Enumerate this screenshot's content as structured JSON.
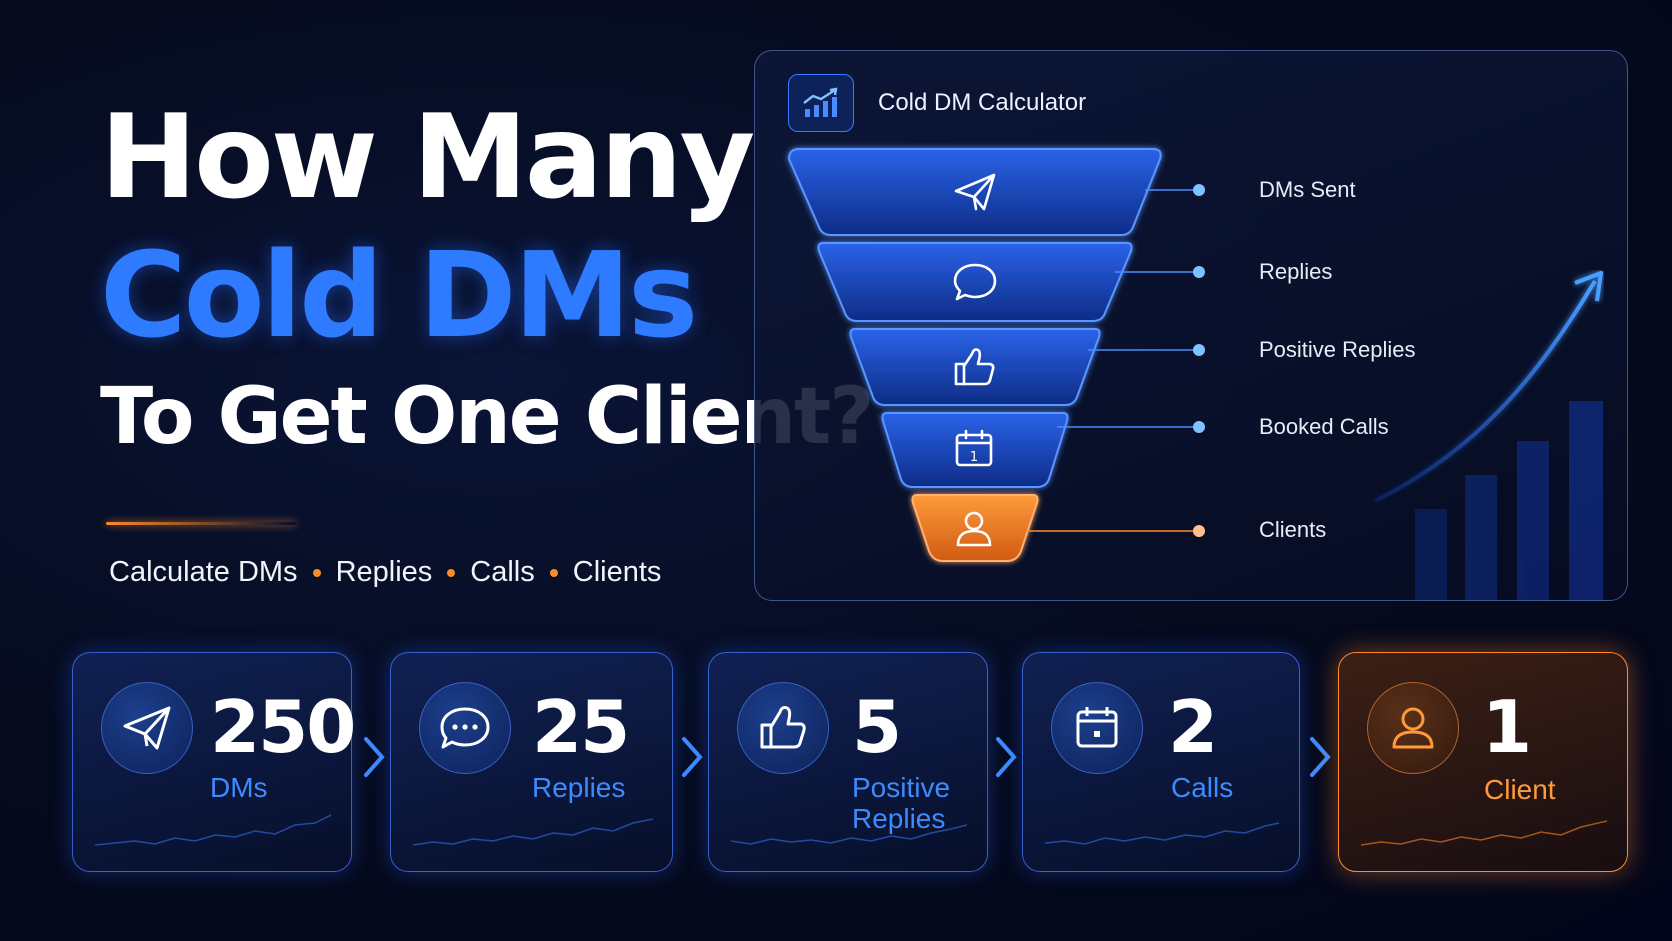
{
  "headline": {
    "line1": "How Many",
    "line2": "Cold DMs",
    "line3": "To Get One Client?"
  },
  "subtitle": [
    "Calculate DMs",
    "Replies",
    "Calls",
    "Clients"
  ],
  "panel": {
    "title": "Cold DM Calculator",
    "icon": "chart-growth-icon",
    "stages": [
      {
        "label": "DMs Sent",
        "icon": "paper-plane-icon"
      },
      {
        "label": "Replies",
        "icon": "chat-bubble-icon"
      },
      {
        "label": "Positive Replies",
        "icon": "thumbs-up-icon"
      },
      {
        "label": "Booked Calls",
        "icon": "calendar-icon"
      },
      {
        "label": "Clients",
        "icon": "user-icon"
      }
    ]
  },
  "cards": [
    {
      "value": "250",
      "label": "DMs",
      "icon": "paper-plane-icon"
    },
    {
      "value": "25",
      "label": "Replies",
      "icon": "chat-dots-icon"
    },
    {
      "value": "5",
      "label_line1": "Positive",
      "label_line2": "Replies",
      "icon": "thumbs-up-icon"
    },
    {
      "value": "2",
      "label": "Calls",
      "icon": "calendar-icon"
    },
    {
      "value": "1",
      "label": "Client",
      "icon": "user-icon"
    }
  ],
  "colors": {
    "accent_blue": "#2f7bff",
    "accent_orange": "#ff8a2a",
    "background": "#050a1c"
  }
}
